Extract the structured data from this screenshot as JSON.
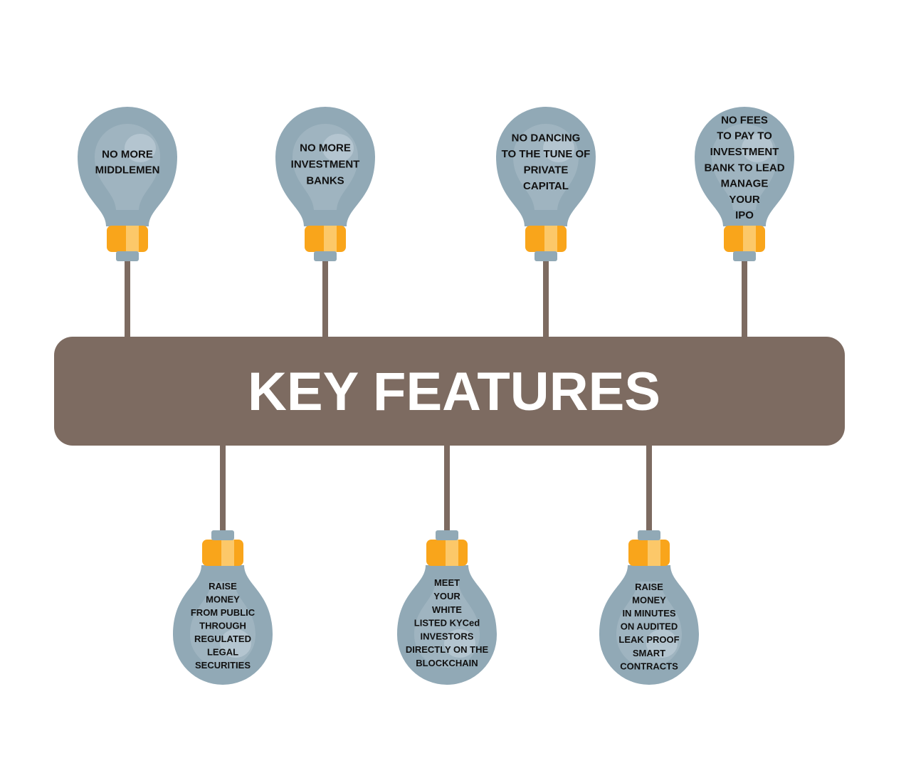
{
  "title": "KEY FEATURES",
  "colors": {
    "banner": "#7d6b61",
    "wire": "#7d6b61",
    "bulb_glass": "#91a9b6",
    "bulb_glass_highlight": "#abbec9",
    "bulb_cap": "#f9a51b",
    "bulb_cap_highlight": "#fcc869",
    "bulb_base": "#91a9b6",
    "text": "#111111"
  },
  "features_top": [
    {
      "lines": [
        "NO MORE",
        "MIDDLEMEN"
      ]
    },
    {
      "lines": [
        "NO MORE",
        "INVESTMENT",
        "BANKS"
      ]
    },
    {
      "lines": [
        "NO DANCING",
        "TO THE TUNE OF",
        "PRIVATE",
        "CAPITAL"
      ]
    },
    {
      "lines": [
        "NO FEES",
        "TO PAY TO",
        "INVESTMENT",
        "BANK TO LEAD",
        "MANAGE",
        "YOUR",
        "IPO"
      ]
    }
  ],
  "features_bottom": [
    {
      "lines": [
        "RAISE",
        "MONEY",
        "FROM PUBLIC",
        "THROUGH",
        "REGULATED",
        "LEGAL",
        "SECURITIES"
      ]
    },
    {
      "lines": [
        "MEET",
        "YOUR",
        "WHITE",
        "LISTED KYCed",
        "INVESTORS",
        "DIRECTLY ON THE",
        "BLOCKCHAIN"
      ]
    },
    {
      "lines": [
        "RAISE",
        "MONEY",
        "IN MINUTES",
        "ON AUDITED",
        "LEAK PROOF",
        "SMART",
        "CONTRACTS"
      ]
    }
  ]
}
